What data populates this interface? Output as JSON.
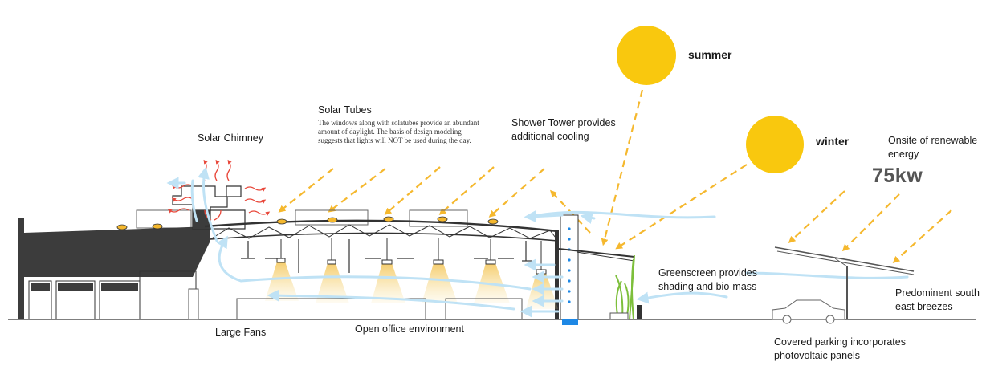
{
  "labels": {
    "summer": "summer",
    "winter": "winter",
    "solar_chimney": "Solar Chimney",
    "solar_tubes_title": "Solar Tubes",
    "solar_tubes_body_1": "The windows along with solatubes provide an abundant",
    "solar_tubes_body_2": "amount of daylight. The basis of design modeling",
    "solar_tubes_body_3": "suggests that lights will NOT be used during the day.",
    "shower_tower_1": "Shower Tower provides",
    "shower_tower_2": "additional cooling",
    "renewable_1": "Onsite of renewable",
    "renewable_2": "energy",
    "renewable_value": "75kw",
    "greenscreen_1": "Greenscreen provides",
    "greenscreen_2": "shading and bio-mass",
    "breezes_1": "Predominent south",
    "breezes_2": "east breezes",
    "large_fans": "Large Fans",
    "open_office": "Open office environment",
    "parking_1": "Covered parking incorporates",
    "parking_2": "photovoltaic panels"
  },
  "colors": {
    "sun": "#F9C80E",
    "sun_ray": "#F5B82E",
    "air_flow": "#BFE2F5",
    "heat": "#E8473A",
    "structure": "#3A3A3A",
    "roof_dark": "#3C3C3C",
    "water": "#1E88E5",
    "plant": "#7DBF3B",
    "light_cone": "#F6D98A"
  }
}
